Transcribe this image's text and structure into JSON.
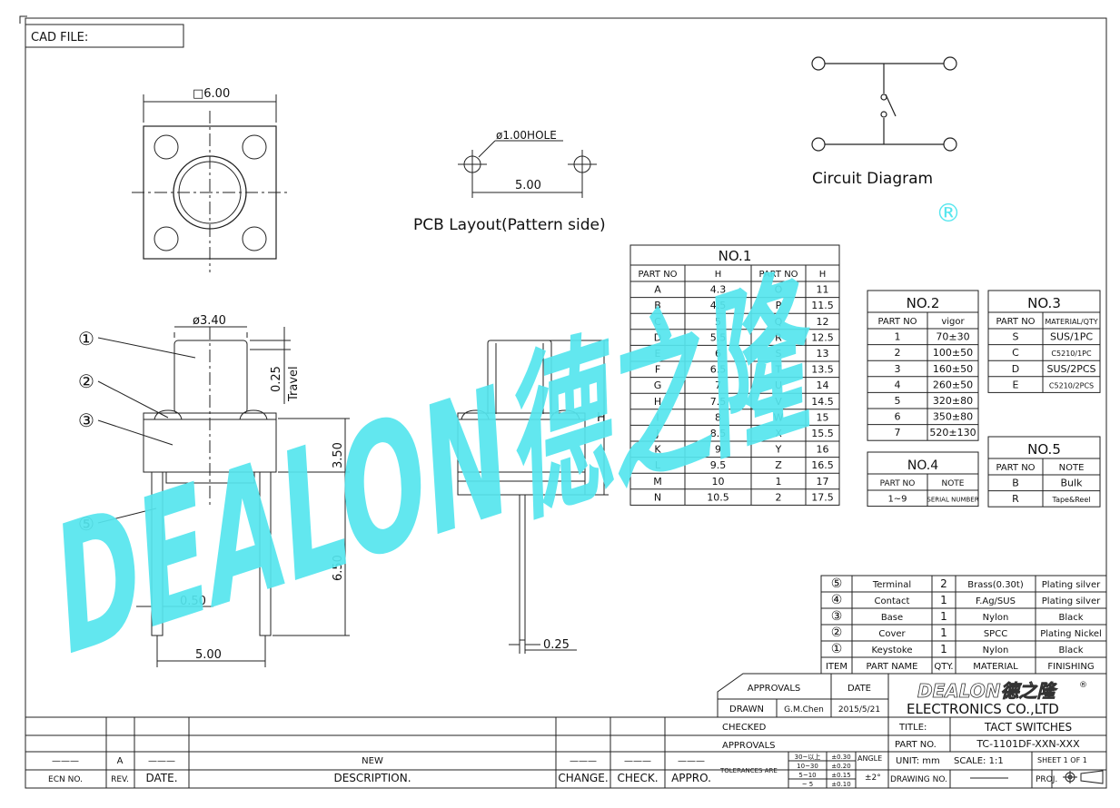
{
  "cad_file_label": "CAD FILE:",
  "top_view": {
    "dimension": "□6.00"
  },
  "pcb_layout": {
    "hole_label": "ø1.00HOLE",
    "spacing": "5.00",
    "caption": "PCB Layout(Pattern side)"
  },
  "circuit": {
    "caption": "Circuit Diagram"
  },
  "side_view": {
    "keytop_dia": "ø3.40",
    "travel_value": "0.25",
    "travel_label": "Travel",
    "body_height": "3.50",
    "pin_length": "6.50",
    "pin_width": "0.50",
    "pin_spacing": "5.00",
    "callouts": [
      "①",
      "②",
      "③",
      "⑤"
    ]
  },
  "front_view": {
    "height_label": "H",
    "pin_thickness": "0.25"
  },
  "watermark": {
    "text": "DEALON德之隆",
    "registered": "®"
  },
  "table_no1": {
    "title": "NO.1",
    "headers": [
      "PART NO",
      "H",
      "PART NO",
      "H"
    ],
    "rows": [
      [
        "A",
        "4.3",
        "O",
        "11"
      ],
      [
        "B",
        "4.5",
        "P",
        "11.5"
      ],
      [
        "C",
        "5",
        "Q",
        "12"
      ],
      [
        "D",
        "5.5",
        "R",
        "12.5"
      ],
      [
        "E",
        "6",
        "S",
        "13"
      ],
      [
        "F",
        "6.5",
        "T",
        "13.5"
      ],
      [
        "G",
        "7",
        "U",
        "14"
      ],
      [
        "H",
        "7.5",
        "V",
        "14.5"
      ],
      [
        "I",
        "8",
        "W",
        "15"
      ],
      [
        "J",
        "8.5",
        "X",
        "15.5"
      ],
      [
        "K",
        "9",
        "Y",
        "16"
      ],
      [
        "L",
        "9.5",
        "Z",
        "16.5"
      ],
      [
        "M",
        "10",
        "1",
        "17"
      ],
      [
        "N",
        "10.5",
        "2",
        "17.5"
      ]
    ]
  },
  "table_no2": {
    "title": "NO.2",
    "headers": [
      "PART NO",
      "vigor"
    ],
    "rows": [
      [
        "1",
        "70±30"
      ],
      [
        "2",
        "100±50"
      ],
      [
        "3",
        "160±50"
      ],
      [
        "4",
        "260±50"
      ],
      [
        "5",
        "320±80"
      ],
      [
        "6",
        "350±80"
      ],
      [
        "7",
        "520±130"
      ]
    ]
  },
  "table_no3": {
    "title": "NO.3",
    "headers": [
      "PART NO",
      "MATERIAL/QTY"
    ],
    "rows": [
      [
        "S",
        "SUS/1PC"
      ],
      [
        "C",
        "C5210/1PC"
      ],
      [
        "D",
        "SUS/2PCS"
      ],
      [
        "E",
        "C5210/2PCS"
      ]
    ]
  },
  "table_no4": {
    "title": "NO.4",
    "headers": [
      "PART NO",
      "NOTE"
    ],
    "rows": [
      [
        "1~9",
        "SERIAL NUMBER"
      ]
    ]
  },
  "table_no5": {
    "title": "NO.5",
    "headers": [
      "PART NO",
      "NOTE"
    ],
    "rows": [
      [
        "B",
        "Bulk"
      ],
      [
        "R",
        "Tape&Reel"
      ]
    ]
  },
  "bom": {
    "rows": [
      [
        "⑤",
        "Terminal",
        "2",
        "Brass(0.30t)",
        "Plating silver"
      ],
      [
        "④",
        "Contact",
        "1",
        "F.Ag/SUS",
        "Plating silver"
      ],
      [
        "③",
        "Base",
        "1",
        "Nylon",
        "Black"
      ],
      [
        "②",
        "Cover",
        "1",
        "SPCC",
        "Plating Nickel"
      ],
      [
        "①",
        "Keystoke",
        "1",
        "Nylon",
        "Black"
      ]
    ],
    "headers": [
      "ITEM",
      "PART NAME",
      "QTY.",
      "MATERIAL",
      "FINISHING"
    ]
  },
  "title_block": {
    "approvals": "APPROVALS",
    "date": "DATE",
    "drawn": "DRAWN",
    "drawn_by": "G.M.Chen",
    "drawn_date": "2015/5/21",
    "checked": "CHECKED",
    "approvals2": "APPROVALS",
    "company_logo": "DEALON德之隆",
    "company_name": "ELECTRONICS  CO.,LTD",
    "title_label": "TITLE:",
    "title_value": "TACT  SWITCHES",
    "part_no_label": "PART NO.",
    "part_no_value": "TC-1101DF-XXN-XXX",
    "tolerances_label": "TOLERANCES ARE",
    "tol_ranges": [
      "30~以上",
      "10~30",
      "5~10",
      "~ 5"
    ],
    "tol_values": [
      "±0.30",
      "±0.20",
      "±0.15",
      "±0.10"
    ],
    "angle_label": "ANGLE",
    "angle_value": "±2°",
    "unit": "UNIT:  mm",
    "scale": "SCALE:   1:1",
    "sheet": "SHEET   1  OF  1",
    "drawing_no": "DRAWING NO.",
    "proj": "PROJ."
  },
  "revision": {
    "row": [
      "———",
      "A",
      "———",
      "NEW",
      "———",
      "———",
      "———"
    ],
    "headers": [
      "ECN NO.",
      "REV.",
      "DATE.",
      "DESCRIPTION.",
      "CHANGE.",
      "CHECK.",
      "APPRO."
    ]
  }
}
